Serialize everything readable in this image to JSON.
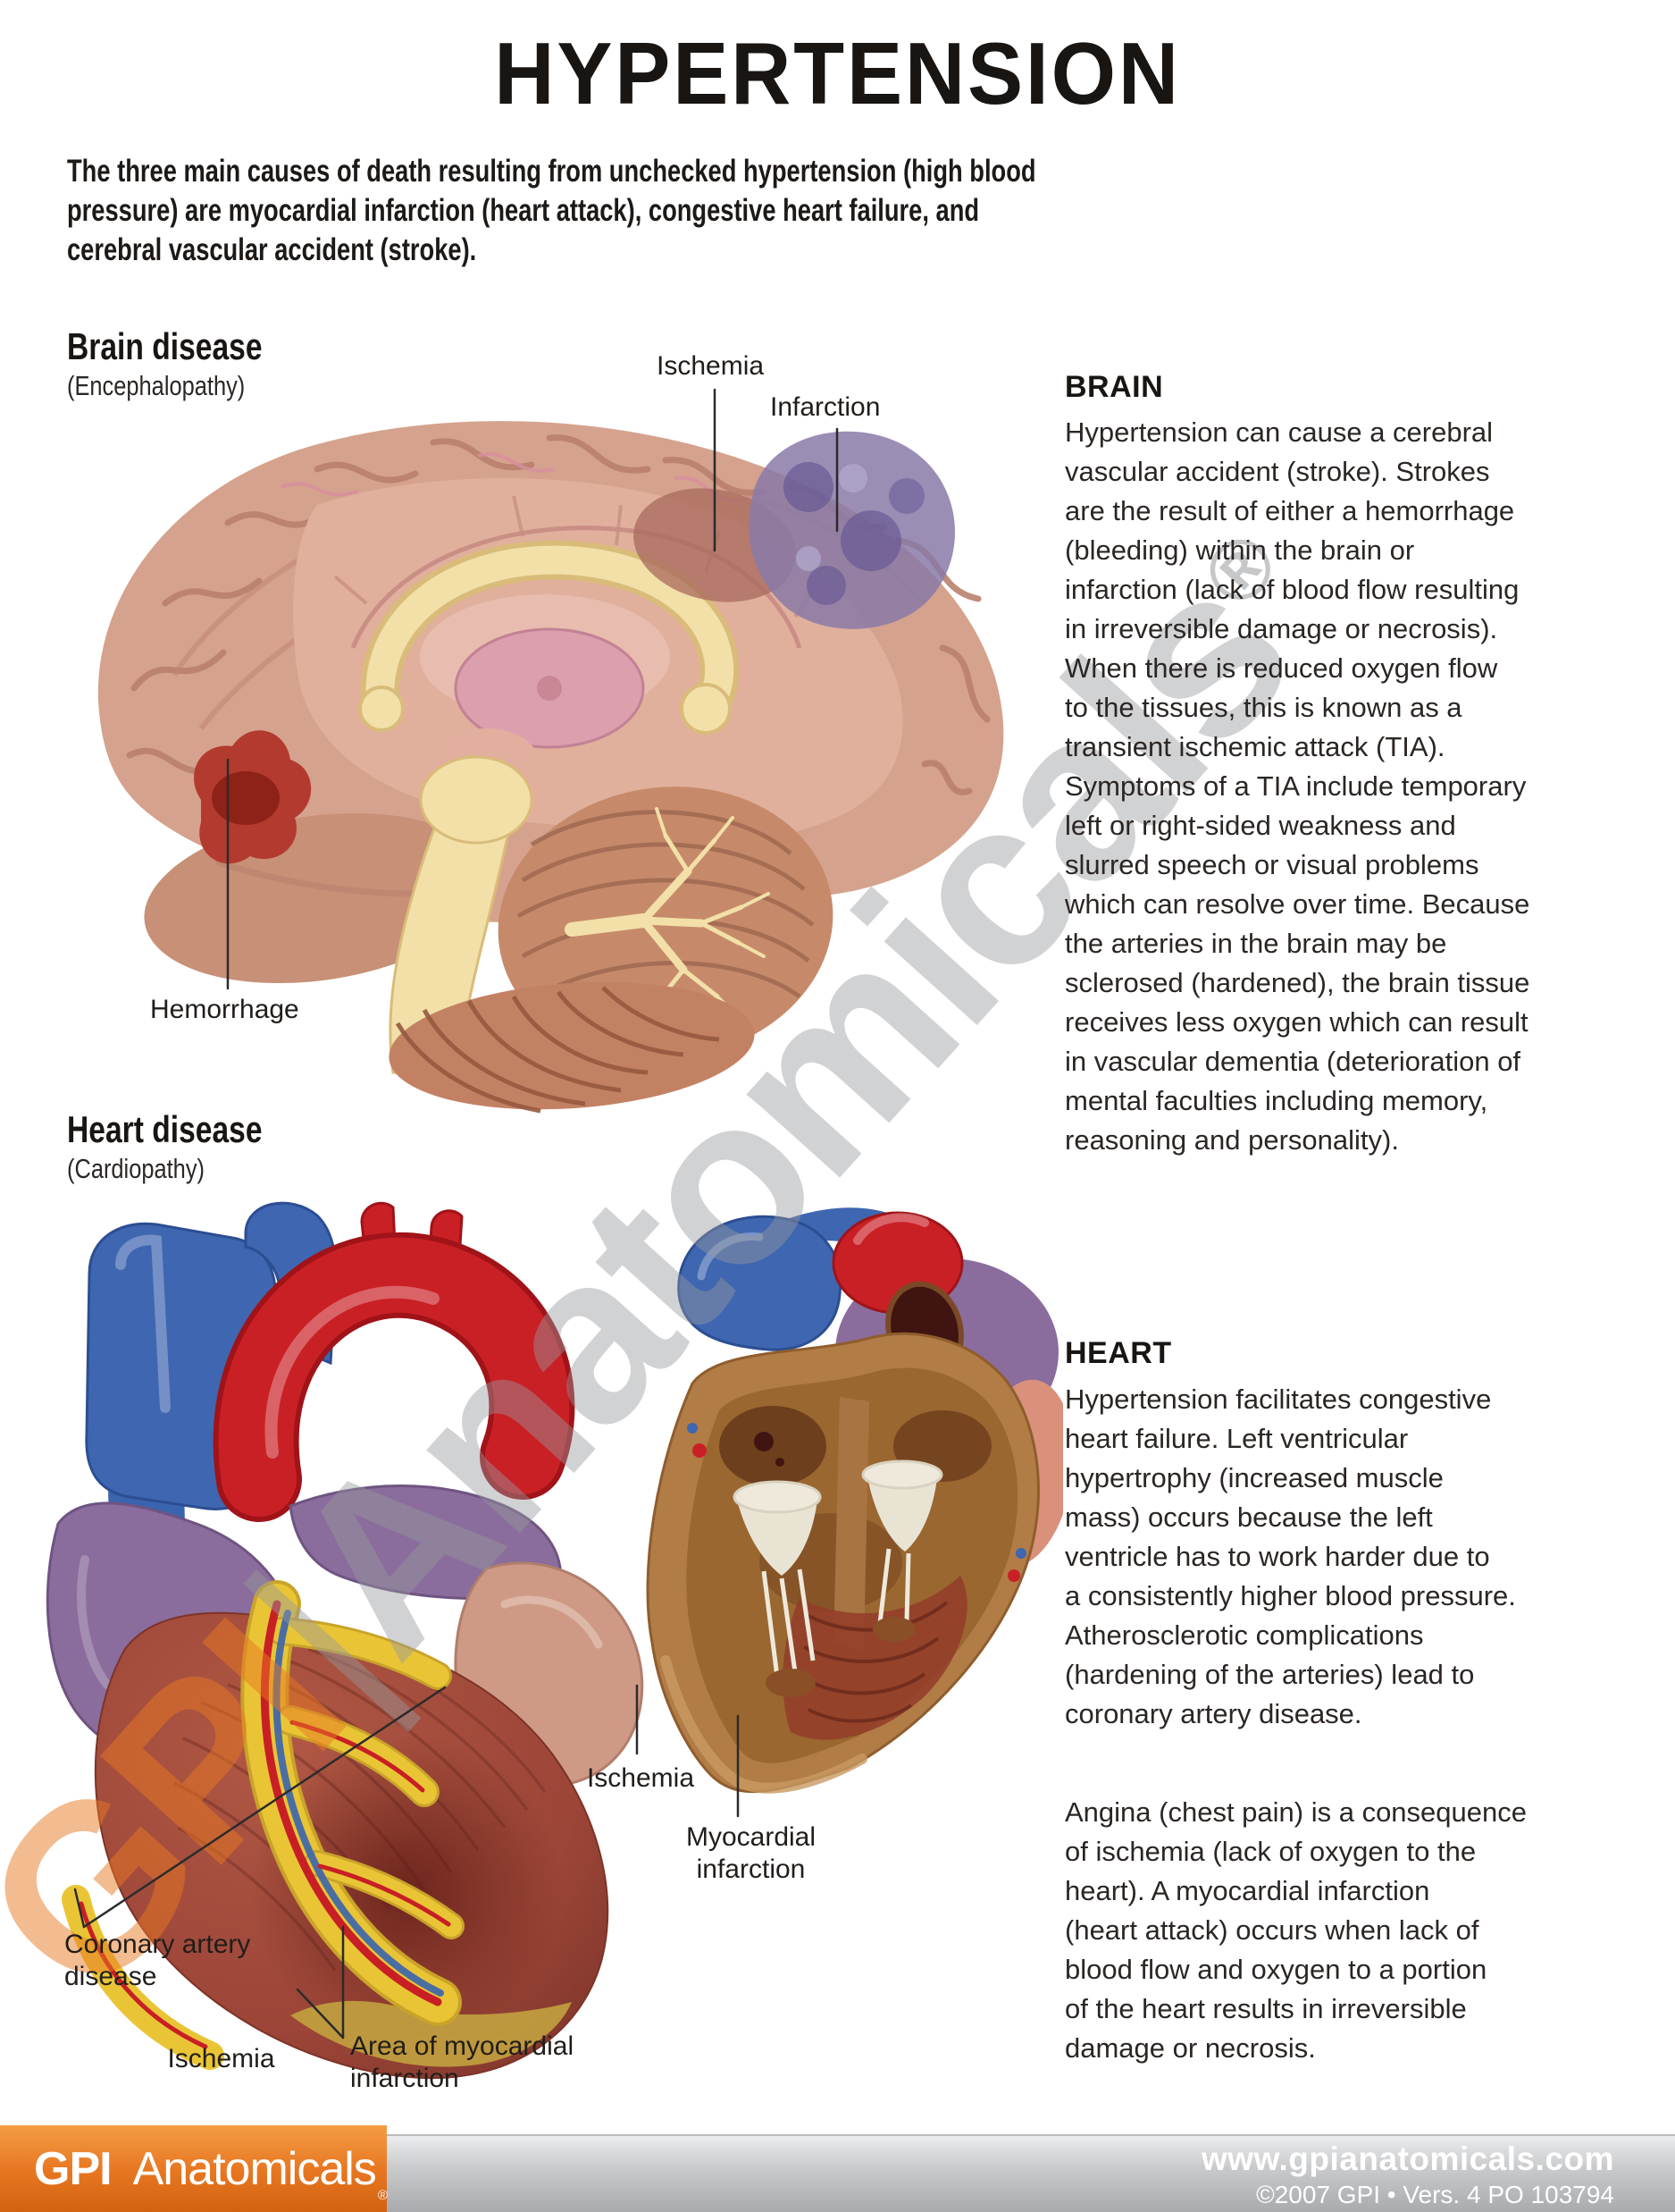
{
  "page": {
    "title": "HYPERTENSION",
    "intro_lines": [
      "The three main causes of death resulting from unchecked hypertension (high blood",
      "pressure) are myocardial infarction (heart attack), congestive heart failure, and",
      "cerebral vascular accident (stroke)."
    ]
  },
  "brain_section": {
    "heading": "Brain disease",
    "subheading": "(Encephalopathy)",
    "labels": {
      "ischemia": "Ischemia",
      "infarction": "Infarction",
      "hemorrhage": "Hemorrhage"
    }
  },
  "brain_text": {
    "heading": "BRAIN",
    "lines": [
      "Hypertension can cause a cerebral",
      "vascular accident (stroke). Strokes",
      "are the result of either a hemorrhage",
      "(bleeding) within the brain or",
      "infarction (lack of blood flow resulting",
      "in irreversible damage or necrosis).",
      "When there is reduced oxygen flow",
      "to the tissues, this is known as a",
      "transient ischemic attack (TIA).",
      "Symptoms of a TIA include temporary",
      "left or right-sided weakness and",
      "slurred speech or visual problems",
      "which can resolve over time. Because",
      "the arteries in the brain may be",
      "sclerosed (hardened), the brain tissue",
      "receives less oxygen which can result",
      "in vascular dementia (deterioration of",
      "mental faculties including memory,",
      "reasoning and personality)."
    ]
  },
  "heart_section": {
    "heading": "Heart disease",
    "subheading": "(Cardiopathy)",
    "labels": {
      "ischemia_section": "Ischemia",
      "myocardial_infarction": "Myocardial infarction",
      "coronary_artery_disease": "Coronary artery disease",
      "ischemia_exterior": "Ischemia",
      "area_of_myocardial_infarction": "Area of myocardial infarction"
    }
  },
  "heart_text": {
    "heading": "HEART",
    "paragraph1_lines": [
      "Hypertension facilitates congestive",
      "heart failure. Left ventricular",
      "hypertrophy (increased muscle",
      "mass) occurs because the left",
      "ventricle has to work harder due to",
      "a consistently higher blood pressure.",
      "Atherosclerotic complications",
      "(hardening of the arteries) lead to",
      "coronary artery disease."
    ],
    "paragraph2_lines": [
      "Angina (chest pain) is a consequence",
      "of ischemia (lack of oxygen to the",
      "heart). A myocardial infarction",
      "(heart attack) occurs when lack of",
      "blood flow and oxygen to a portion",
      "of the heart results in irreversible",
      "damage or necrosis."
    ]
  },
  "watermark": {
    "gpi": "GPI",
    "bar": "|",
    "anatomicals": "Anatomicals",
    "reg": "®",
    "orange": "#e87722",
    "gray": "#97999d"
  },
  "footer": {
    "logo_gpi": "GPI",
    "logo_anatomicals": "Anatomicals",
    "logo_reg": "®",
    "website": "www.gpianatomicals.com",
    "copyright": "©2007 GPI • Vers. 4 PO 103794",
    "orange_color": "#e87722"
  }
}
